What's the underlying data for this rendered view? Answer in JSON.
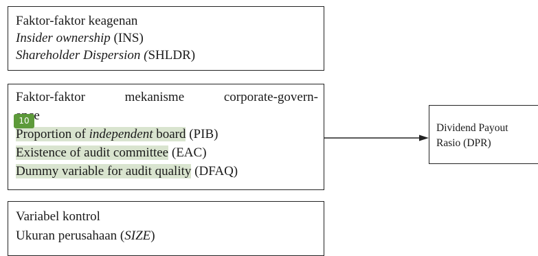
{
  "boxes": {
    "agency": {
      "title": "Faktor-faktor keagenan",
      "items": [
        {
          "main": "Insider ownership",
          "rest": " (INS)"
        },
        {
          "main": "Shareholder Dispersion (",
          "rest": "SHLDR)"
        }
      ]
    },
    "governance": {
      "title_line1": "Faktor-faktor mekanisme corporate-govern-",
      "title_line2": "ance",
      "items": [
        {
          "pre": "Proportion of ",
          "em": "independent",
          "post": " board",
          "rest": " (PIB)"
        },
        {
          "hl": "Existence of audit committee",
          "rest": " (EAC)"
        },
        {
          "hl": "Dummy variable for audit quality",
          "rest": " (DFAQ)"
        }
      ]
    },
    "control": {
      "title": "Variabel kontrol",
      "item_pre": "Ukuran perusahaan (",
      "item_em": "SIZE",
      "item_post": ")"
    },
    "output": {
      "line1": "Dividend Payout",
      "line2": "Rasio (DPR)"
    }
  },
  "badge": {
    "label": "10",
    "color": "#5d9a3a"
  },
  "colors": {
    "highlight": "#d9e4cf",
    "border": "#222222"
  }
}
